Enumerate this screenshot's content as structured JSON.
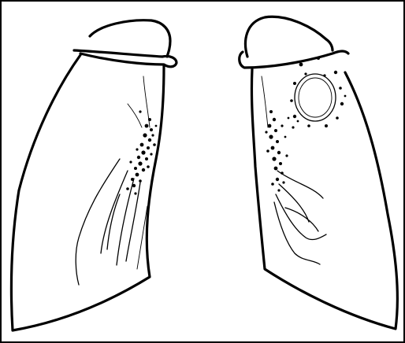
{
  "figure": {
    "description_kind": "line-drawing",
    "colors": {
      "ink": "#000000",
      "paper": "#ffffff"
    },
    "structures": [
      "right-lung",
      "left-lung",
      "clavicle-right",
      "clavicle-left",
      "hilar-markings",
      "cavity-lesion"
    ]
  }
}
